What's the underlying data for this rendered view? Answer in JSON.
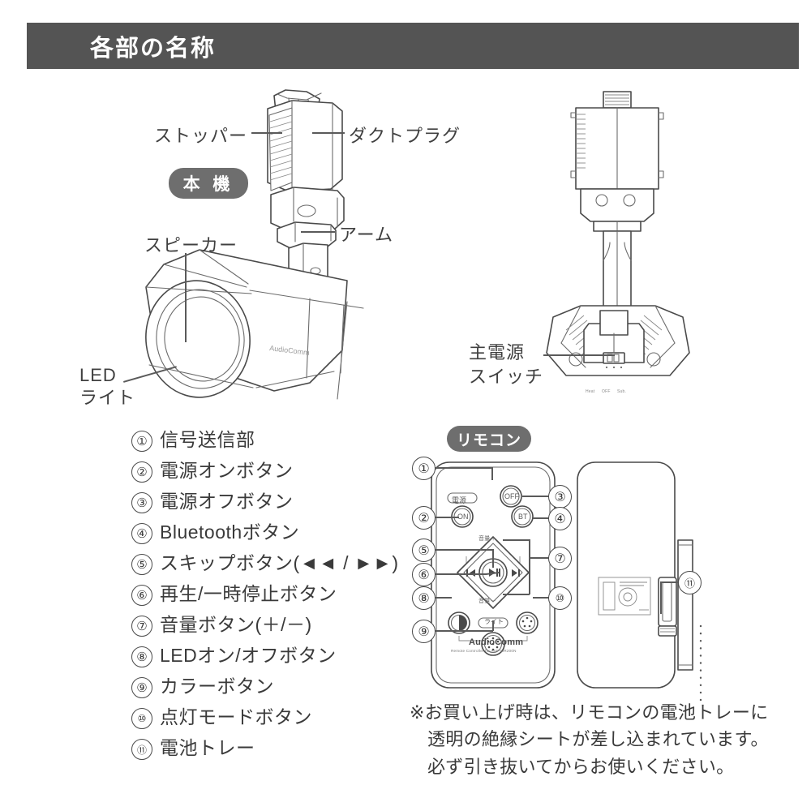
{
  "header": {
    "title": "各部の名称"
  },
  "diagram_main": {
    "badge": "本 機",
    "labels": {
      "stopper": "ストッパー",
      "duct_plug": "ダクトプラグ",
      "arm": "アーム",
      "speaker": "スピーカー",
      "led_light_line1": "LED",
      "led_light_line2": "ライト",
      "body_brand": "AudioComm"
    }
  },
  "diagram_back": {
    "labels": {
      "main_power_switch_line1": "主電源",
      "main_power_switch_line2": "スイッチ"
    },
    "switch_positions": [
      "Heat",
      "OFF",
      "Sub."
    ]
  },
  "remote": {
    "badge": "リモコン",
    "brand": "AudioComm",
    "brand_sub": "Remote Controller for ASP-WR200N",
    "key_labels": {
      "power_group": "電源",
      "power_on": "ON",
      "power_off": "OFF",
      "bluetooth": "BT",
      "volume_up": "音量＋",
      "volume_down": "音量－",
      "skip_back": "◄◄",
      "skip_forward": "►►",
      "play_pause": "►II",
      "light_group": "ライト"
    },
    "callouts_left": [
      "①",
      "②",
      "⑤",
      "⑥",
      "⑧",
      "⑨"
    ],
    "callouts_right": [
      "③",
      "④",
      "⑦",
      "⑩"
    ],
    "callout_back": "⑪"
  },
  "parts_list": [
    {
      "num": "①",
      "label": "信号送信部"
    },
    {
      "num": "②",
      "label": "電源オンボタン"
    },
    {
      "num": "③",
      "label": "電源オフボタン"
    },
    {
      "num": "④",
      "label": "Bluetoothボタン"
    },
    {
      "num": "⑤",
      "label": "スキップボタン(◄◄ / ►►)"
    },
    {
      "num": "⑥",
      "label": "再生/一時停止ボタン"
    },
    {
      "num": "⑦",
      "label": "音量ボタン(＋/－)"
    },
    {
      "num": "⑧",
      "label": "LEDオン/オフボタン"
    },
    {
      "num": "⑨",
      "label": "カラーボタン"
    },
    {
      "num": "⑩",
      "label": "点灯モードボタン"
    },
    {
      "num": "⑪",
      "label": "電池トレー"
    }
  ],
  "note": {
    "line1": "※お買い上げ時は、リモコンの電池トレーに",
    "line2": "透明の絶縁シートが差し込まれています。",
    "line3": "必ず引き抜いてからお使いください。"
  },
  "colors": {
    "header_bg": "#545454",
    "badge_bg": "#6e6e6e",
    "line": "#4a4a4a",
    "text": "#3a3a3a"
  }
}
